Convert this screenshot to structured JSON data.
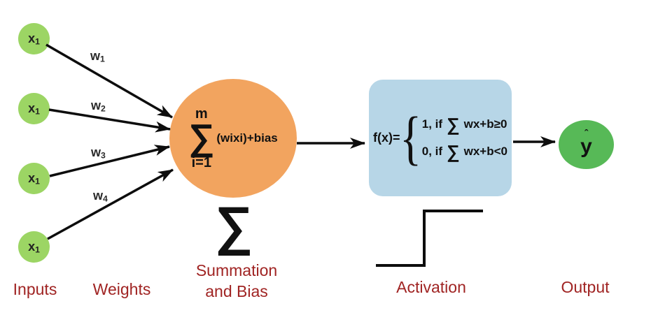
{
  "diagram": {
    "nodes": {
      "inputs": [
        {
          "base": "x",
          "sub": "1"
        },
        {
          "base": "x",
          "sub": "1"
        },
        {
          "base": "x",
          "sub": "1"
        },
        {
          "base": "x",
          "sub": "1"
        }
      ],
      "weights": [
        {
          "base": "w",
          "sub": "1"
        },
        {
          "base": "w",
          "sub": "2"
        },
        {
          "base": "w",
          "sub": "3"
        },
        {
          "base": "w",
          "sub": "4"
        }
      ],
      "summation": {
        "upper": "m",
        "sigma": "∑",
        "lower": "i=1",
        "expression": "(wixi)+bias"
      },
      "activation": {
        "fx": "f(x)=",
        "brace": "{",
        "cases": [
          {
            "condition": "1, if",
            "sigma": "∑",
            "expression": "wx+b≥0"
          },
          {
            "condition": "0, if",
            "sigma": "∑",
            "expression": "wx+b<0"
          }
        ]
      },
      "output": {
        "hat": "ˆ",
        "base": "y"
      }
    },
    "annotations": {
      "big_sigma": "∑",
      "labels": {
        "inputs": "Inputs",
        "weights": "Weights",
        "summation_line1": "Summation",
        "summation_line2": "and Bias",
        "activation": "Activation",
        "output": "Output"
      }
    },
    "colors": {
      "input_node": "#9cd564",
      "summation_node": "#f2a45f",
      "activation_box": "#b7d6e7",
      "output_node": "#57b957",
      "label_text": "#a02423",
      "line": "#0d0d0d"
    }
  }
}
